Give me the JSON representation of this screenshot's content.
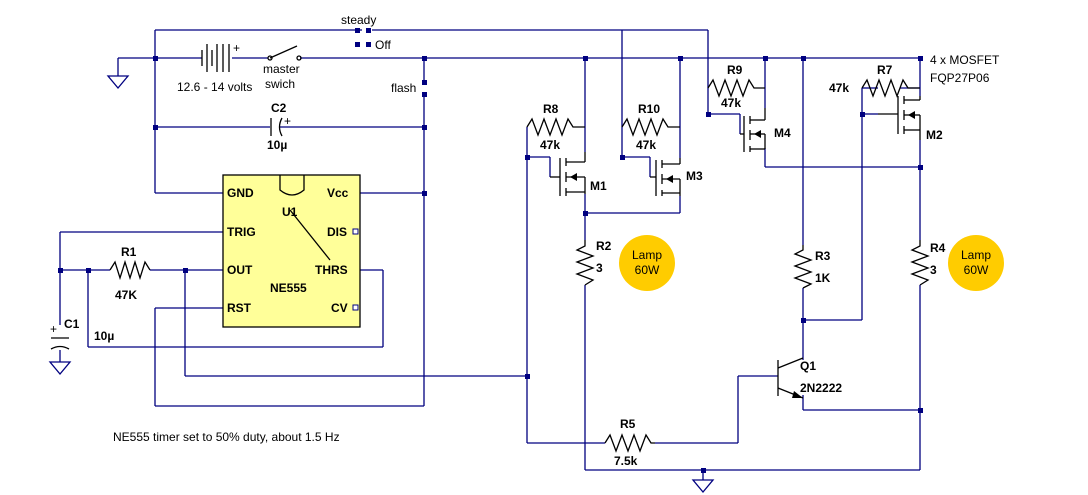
{
  "header": {
    "mosfet_count": "4 x MOSFET",
    "mosfet_part": "FQP27P06"
  },
  "battery": {
    "voltage": "12.6 - 14 volts",
    "plus": "+"
  },
  "switches": {
    "master_line1": "master",
    "master_line2": "swich",
    "steady": "steady",
    "off": "Off",
    "flash": "flash"
  },
  "timer": {
    "name": "U1",
    "part": "NE555",
    "pins": {
      "gnd": "GND",
      "vcc": "Vcc",
      "trig": "TRIG",
      "dis": "DIS",
      "out": "OUT",
      "thrs": "THRS",
      "rst": "RST",
      "cv": "CV"
    }
  },
  "components": {
    "r1": {
      "name": "R1",
      "value": "47K"
    },
    "r2": {
      "name": "R2",
      "value": "3"
    },
    "r3": {
      "name": "R3",
      "value": "1K"
    },
    "r4": {
      "name": "R4",
      "value": "3"
    },
    "r5": {
      "name": "R5",
      "value": "7.5k"
    },
    "r7": {
      "name": "R7",
      "value": "47k"
    },
    "r8": {
      "name": "R8",
      "value": "47k"
    },
    "r9": {
      "name": "R9",
      "value": "47k"
    },
    "r10": {
      "name": "R10",
      "value": "47k"
    },
    "c1": {
      "name": "C1",
      "value": "10µ",
      "plus": "+"
    },
    "c2": {
      "name": "C2",
      "value": "10µ",
      "plus": "+"
    },
    "m1": {
      "name": "M1"
    },
    "m2": {
      "name": "M2"
    },
    "m3": {
      "name": "M3"
    },
    "m4": {
      "name": "M4"
    },
    "q1": {
      "name": "Q1",
      "part": "2N2222"
    }
  },
  "lamps": {
    "left": {
      "line1": "Lamp",
      "line2": "60W"
    },
    "right": {
      "line1": "Lamp",
      "line2": "60W"
    }
  },
  "note": "NE555 timer set to 50% duty, about 1.5 Hz",
  "colors": {
    "wire": "#000080",
    "part": "#000000",
    "chip": "#ffff99",
    "lamp": "#ffcc00"
  }
}
